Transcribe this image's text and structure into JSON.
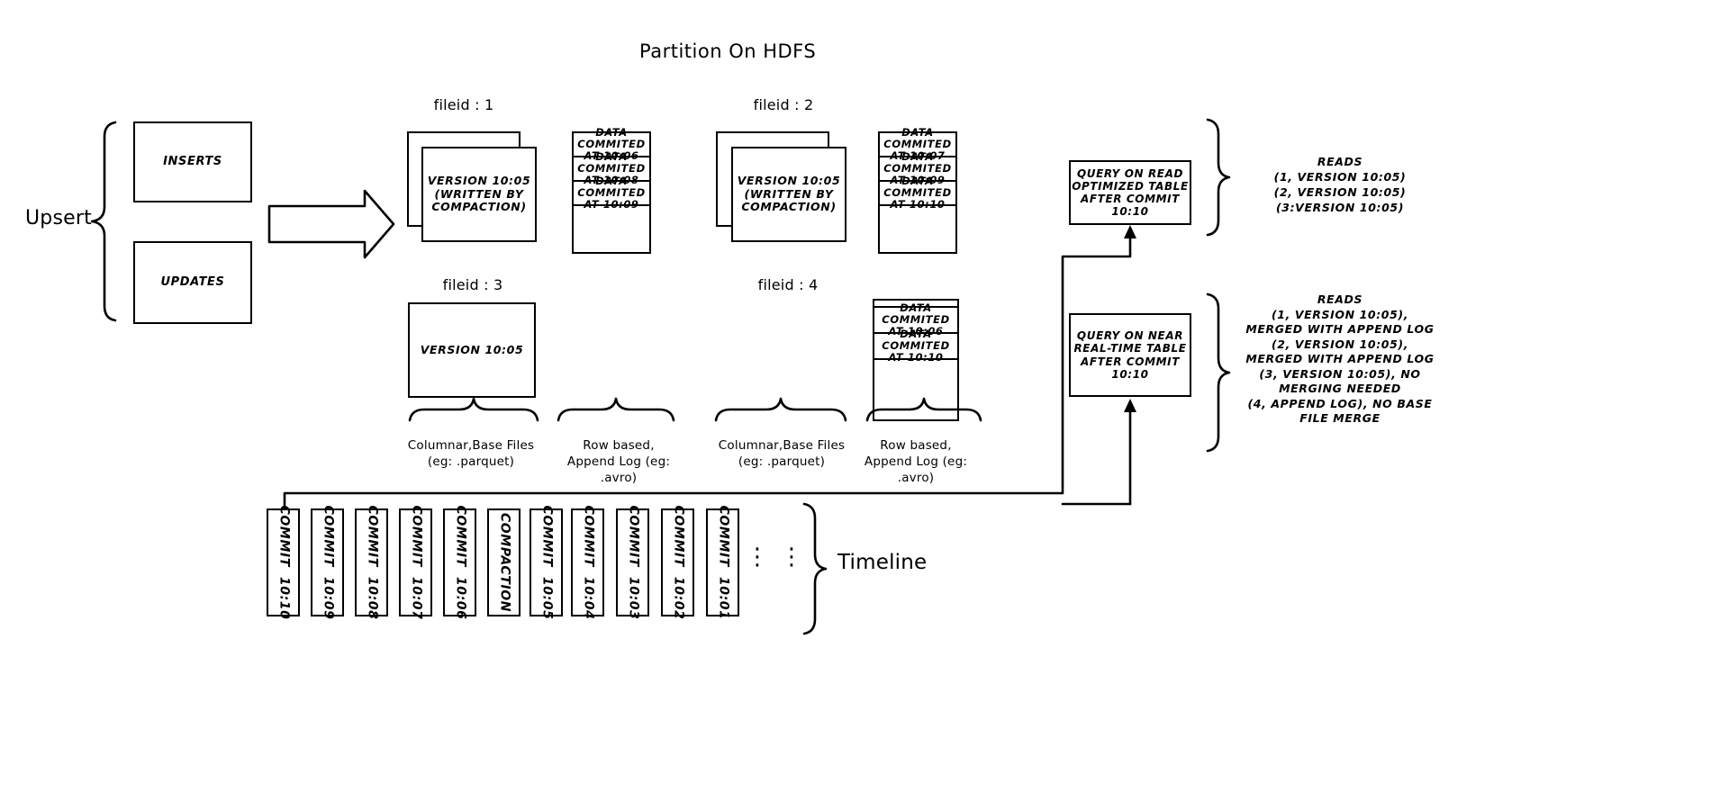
{
  "title": "Partition On HDFS",
  "left": {
    "upsert_label": "Upsert",
    "inserts_label": "INSERTS",
    "updates_label": "UPDATES",
    "commit_arrow_label": "Commit 10:10"
  },
  "filegroups": [
    {
      "id": "fileid-1",
      "header": "fileid : 1",
      "base_file_text": "VERSION 10:05\n(WRITTEN BY\nCOMPACTION)",
      "base_file_lines": [
        "VERSION 10:05",
        "(WRITTEN BY",
        "COMPACTION)"
      ],
      "stacked": true,
      "log_blocks": [
        "DATA COMMITED\nAT 10:06",
        "DATA COMMITED\nAT 10:08",
        "DATA COMMITED\nAT 10:09"
      ],
      "log_rows": [
        {
          "l1": "DATA COMMITED",
          "l2": "AT 10:06"
        },
        {
          "l1": "DATA COMMITED",
          "l2": "AT 10:08"
        },
        {
          "l1": "DATA COMMITED",
          "l2": "AT 10:09"
        }
      ]
    },
    {
      "id": "fileid-2",
      "header": "fileid : 2",
      "base_file_lines": [
        "VERSION 10:05",
        "(WRITTEN BY",
        "COMPACTION)"
      ],
      "stacked": true,
      "log_rows": [
        {
          "l1": "DATA COMMITED",
          "l2": "AT 10:07"
        },
        {
          "l1": "DATA COMMITED",
          "l2": "AT 10:09"
        },
        {
          "l1": "DATA COMMITED",
          "l2": "AT 10:10"
        }
      ]
    },
    {
      "id": "fileid-3",
      "header": "fileid : 3",
      "base_file_lines": [
        "VERSION 10:05"
      ],
      "stacked": false,
      "log_rows": []
    },
    {
      "id": "fileid-4",
      "header": "fileid : 4",
      "base_file_lines": [],
      "stacked": false,
      "log_rows": [
        {
          "l1": "DATA COMMITED",
          "l2": "AT 10:06"
        },
        {
          "l1": "DATA COMMITED",
          "l2": "AT 10:10"
        }
      ]
    }
  ],
  "brace_labels": {
    "columnar_l1": "Columnar,Base Files",
    "columnar_l2": "(eg: .parquet)",
    "rowlog_l1": "Row based,",
    "rowlog_l2": "Append Log  (eg:",
    "rowlog_l3": ".avro)"
  },
  "queries": [
    {
      "id": "read-optimized",
      "lines": [
        "QUERY ON READ",
        "OPTIMIZED TABLE",
        "AFTER COMMIT",
        "10:10"
      ],
      "reads": [
        "READS",
        "(1, VERSION 10:05)",
        "(2, VERSION 10:05)",
        "(3:VERSION 10:05)"
      ]
    },
    {
      "id": "near-real-time",
      "lines": [
        "QUERY ON NEAR",
        "REAL-TIME TABLE",
        "AFTER COMMIT",
        "10:10"
      ],
      "reads": [
        "READS",
        "(1, VERSION 10:05),",
        "MERGED WITH APPEND LOG",
        "(2, VERSION 10:05),",
        "MERGED WITH APPEND LOG",
        "(3, VERSION 10:05), NO",
        "MERGING NEEDED",
        "(4, APPEND LOG), NO BASE",
        "FILE MERGE"
      ]
    }
  ],
  "timeline": {
    "label": "Timeline",
    "entries": [
      {
        "l1": "COMMIT",
        "l2": "10:10"
      },
      {
        "l1": "COMMIT",
        "l2": "10:09"
      },
      {
        "l1": "COMMIT",
        "l2": "10:08"
      },
      {
        "l1": "COMMIT",
        "l2": "10:07"
      },
      {
        "l1": "COMMIT",
        "l2": "10:06"
      },
      {
        "l1": "COMPACTION",
        "l2": ""
      },
      {
        "l1": "COMMIT",
        "l2": "10:05"
      },
      {
        "l1": "COMMIT",
        "l2": "10:04"
      },
      {
        "l1": "COMMIT",
        "l2": "10:03"
      },
      {
        "l1": "COMMIT",
        "l2": "10:02"
      },
      {
        "l1": "COMMIT",
        "l2": "10:01"
      }
    ],
    "ellipsis": "⋮"
  },
  "colors": {
    "stroke": "#000000",
    "background": "#ffffff"
  }
}
